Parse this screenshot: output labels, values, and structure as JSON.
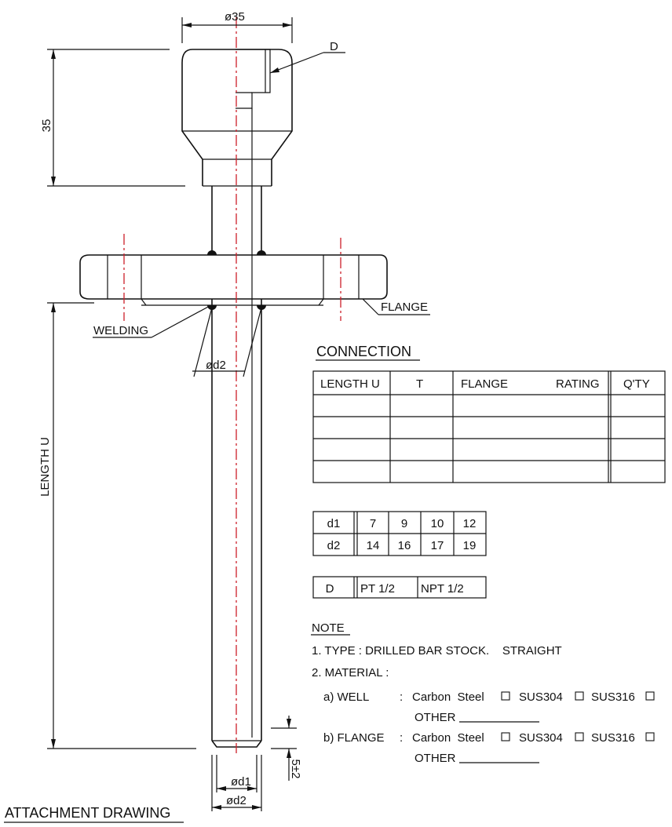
{
  "title": "ATTACHMENT DRAWING",
  "dimensions": {
    "head_dia": "ø35",
    "head_height": "35",
    "length": "LENGTH U",
    "d2_upper": "ød2",
    "d1_bottom": "ød1",
    "d2_bottom": "ød2",
    "tip": "5±2"
  },
  "callouts": {
    "d": "D",
    "flange": "FLANGE",
    "welding": "WELDING"
  },
  "connection": {
    "title": "CONNECTION",
    "headers": [
      "LENGTH U",
      "T",
      "FLANGE",
      "RATING",
      "Q'TY"
    ],
    "rows": [
      [
        "",
        "",
        "",
        "",
        ""
      ],
      [
        "",
        "",
        "",
        "",
        ""
      ],
      [
        "",
        "",
        "",
        "",
        ""
      ],
      [
        "",
        "",
        "",
        "",
        ""
      ]
    ]
  },
  "dtable": {
    "rows": [
      [
        "d1",
        "7",
        "9",
        "10",
        "12"
      ],
      [
        "d2",
        "14",
        "16",
        "17",
        "19"
      ]
    ]
  },
  "thread": {
    "label": "D",
    "options": [
      "PT 1/2",
      "NPT 1/2"
    ]
  },
  "note": {
    "title": "NOTE",
    "line1": "1. TYPE : DRILLED BAR STOCK.    STRAIGHT",
    "line2": "2. MATERIAL :",
    "well_label": "a) WELL",
    "flange_label": "b) FLANGE",
    "sep": ":",
    "opt1": "Carbon  Steel",
    "opt2": "SUS304",
    "opt3": "SUS316",
    "other": "OTHER"
  }
}
